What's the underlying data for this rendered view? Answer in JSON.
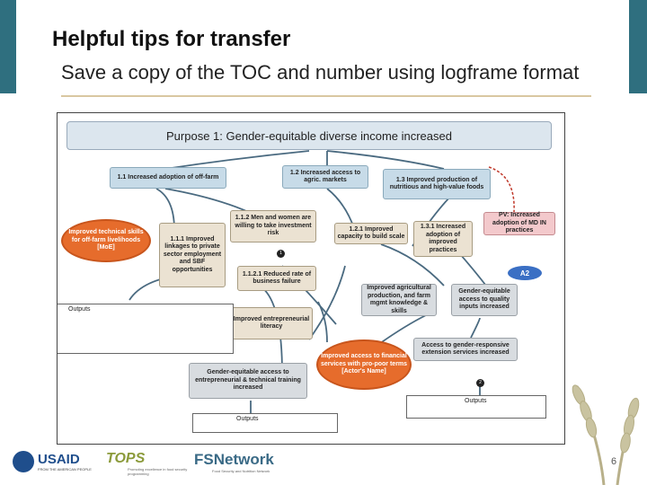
{
  "slide": {
    "title": "Helpful tips for transfer",
    "subtitle": "Save a copy of the TOC and number using logframe format",
    "page_number": "6"
  },
  "diagram": {
    "purpose": "Purpose 1: Gender-equitable diverse income increased",
    "nodes": {
      "n11": "1.1 Increased adoption of off-farm",
      "n12": "1.2 Increased access to agric. markets",
      "n13": "1.3 Improved production of nutritious and high-value foods",
      "pv": "PV: Increased adoption of MD IN practices",
      "tech": "Improved technical skills for off-farm livelihoods [MoE]",
      "n111": "1.1.1 Improved linkages to private sector employment and SBF opportunities",
      "n112": "1.1.2 Men and women are willing to take investment risk",
      "n1121": "1.1.2.1 Reduced rate of business failure",
      "n121": "1.2.1 Improved capacity to build scale",
      "n131": "1.3.1 Increased adoption of improved practices",
      "agri": "Improved agricultural production, and farm mgmt knowledge & skills",
      "inputs": "Gender-equitable access to quality inputs increased",
      "literacy": "Improved entrepreneurial literacy",
      "finance": "Improved access to financial services with pro-poor terms [Actor's Name]",
      "extension": "Access to gender-responsive extension services increased",
      "entre": "Gender-equitable access to entrepreneurial & technical training increased"
    },
    "labels": {
      "outputs_1": "Outputs",
      "outputs_2": "Outputs",
      "outputs_3": "Outputs",
      "a2": "A2",
      "badge_1": "1",
      "badge_2": "2"
    }
  },
  "logos": {
    "usaid": "USAID",
    "usaid_tag": "FROM THE AMERICAN PEOPLE",
    "tops": "TOPS",
    "tops_tag": "Promoting excellence in food security programming",
    "fsn": "FSNetwork",
    "fsn_tag": "Food Security and Nutrition Network"
  },
  "colors": {
    "accent_bar": "#2f6f7f",
    "rule": "#d9c7a1",
    "orange_node": "#e66c2c",
    "a2_badge": "#3a6fc4"
  }
}
